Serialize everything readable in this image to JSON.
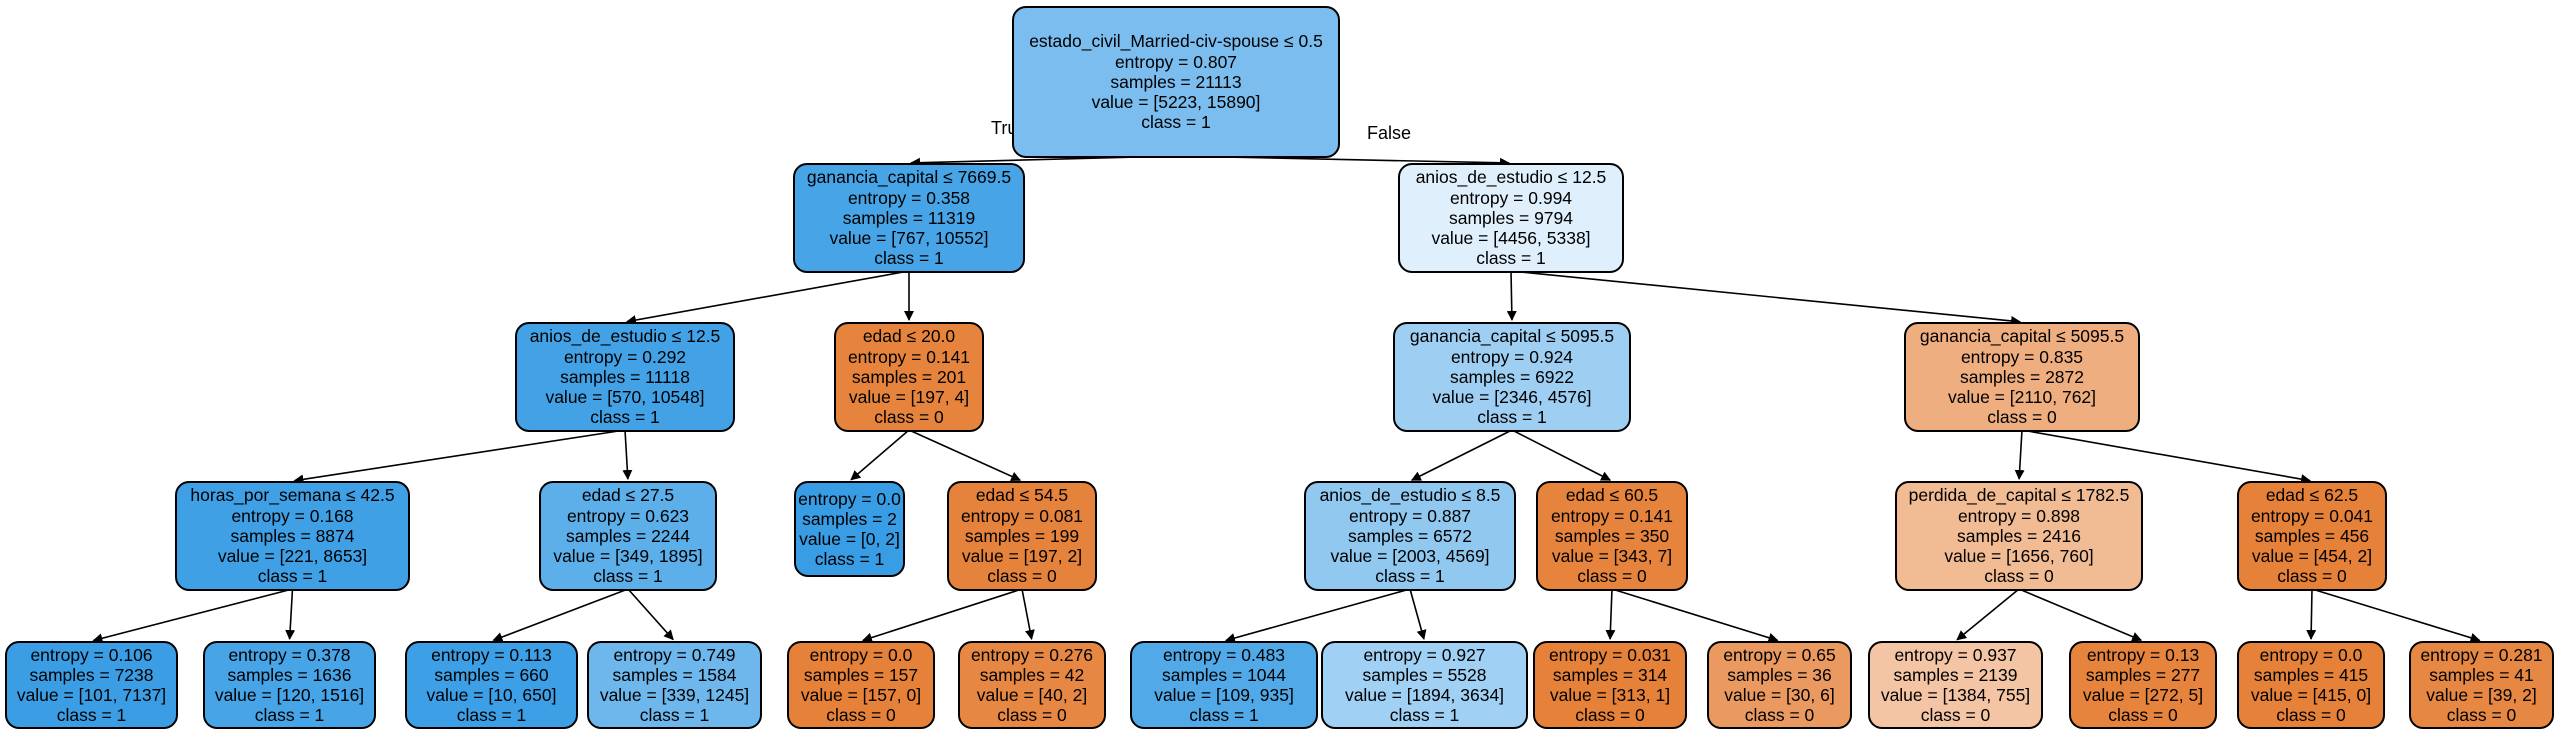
{
  "edge_labels": {
    "true_label": "True",
    "false_label": "False"
  },
  "colors": {
    "class0_strong": "#e58139",
    "class1_strong": "#399de5",
    "edge": "#000000"
  },
  "nodes": [
    {
      "id": "n0",
      "class": 1,
      "purity": 0.67,
      "lines": [
        "estado_civil_Married-civ-spouse ≤ 0.5",
        "entropy = 0.807",
        "samples = 21113",
        "value = [5223, 15890]",
        "class = 1"
      ]
    },
    {
      "id": "n1",
      "class": 1,
      "purity": 0.93,
      "lines": [
        "ganancia_capital ≤ 7669.5",
        "entropy = 0.358",
        "samples = 11319",
        "value = [767, 10552]",
        "class = 1"
      ]
    },
    {
      "id": "n2",
      "class": 1,
      "purity": 0.16,
      "lines": [
        "anios_de_estudio ≤ 12.5",
        "entropy = 0.994",
        "samples = 9794",
        "value = [4456, 5338]",
        "class = 1"
      ]
    },
    {
      "id": "n3",
      "class": 1,
      "purity": 0.95,
      "lines": [
        "anios_de_estudio ≤ 12.5",
        "entropy = 0.292",
        "samples = 11118",
        "value = [570, 10548]",
        "class = 1"
      ]
    },
    {
      "id": "n4",
      "class": 0,
      "purity": 0.98,
      "lines": [
        "edad ≤ 20.0",
        "entropy = 0.141",
        "samples = 201",
        "value = [197, 4]",
        "class = 0"
      ]
    },
    {
      "id": "n5",
      "class": 1,
      "purity": 0.49,
      "lines": [
        "ganancia_capital ≤ 5095.5",
        "entropy = 0.924",
        "samples = 6922",
        "value = [2346, 4576]",
        "class = 1"
      ]
    },
    {
      "id": "n6",
      "class": 0,
      "purity": 0.64,
      "lines": [
        "ganancia_capital ≤ 5095.5",
        "entropy = 0.835",
        "samples = 2872",
        "value = [2110, 762]",
        "class = 0"
      ]
    },
    {
      "id": "n7",
      "class": 1,
      "purity": 0.97,
      "lines": [
        "horas_por_semana ≤ 42.5",
        "entropy = 0.168",
        "samples = 8874",
        "value = [221, 8653]",
        "class = 1"
      ]
    },
    {
      "id": "n8",
      "class": 1,
      "purity": 0.82,
      "lines": [
        "edad ≤ 27.5",
        "entropy = 0.623",
        "samples = 2244",
        "value = [349, 1895]",
        "class = 1"
      ]
    },
    {
      "id": "n9",
      "class": 1,
      "purity": 1.0,
      "lines": [
        "entropy = 0.0",
        "samples = 2",
        "value = [0, 2]",
        "class = 1"
      ]
    },
    {
      "id": "n10",
      "class": 0,
      "purity": 0.99,
      "lines": [
        "edad ≤ 54.5",
        "entropy = 0.081",
        "samples = 199",
        "value = [197, 2]",
        "class = 0"
      ]
    },
    {
      "id": "n11",
      "class": 1,
      "purity": 0.56,
      "lines": [
        "anios_de_estudio ≤ 8.5",
        "entropy = 0.887",
        "samples = 6572",
        "value = [2003, 4569]",
        "class = 1"
      ]
    },
    {
      "id": "n12",
      "class": 0,
      "purity": 0.98,
      "lines": [
        "edad ≤ 60.5",
        "entropy = 0.141",
        "samples = 350",
        "value = [343, 7]",
        "class = 0"
      ]
    },
    {
      "id": "n13",
      "class": 0,
      "purity": 0.54,
      "lines": [
        "perdida_de_capital ≤ 1782.5",
        "entropy = 0.898",
        "samples = 2416",
        "value = [1656, 760]",
        "class = 0"
      ]
    },
    {
      "id": "n14",
      "class": 0,
      "purity": 1.0,
      "lines": [
        "edad ≤ 62.5",
        "entropy = 0.041",
        "samples = 456",
        "value = [454, 2]",
        "class = 0"
      ]
    },
    {
      "id": "n15",
      "class": 1,
      "purity": 0.99,
      "lines": [
        "entropy = 0.106",
        "samples = 7238",
        "value = [101, 7137]",
        "class = 1"
      ]
    },
    {
      "id": "n16",
      "class": 1,
      "purity": 0.93,
      "lines": [
        "entropy = 0.378",
        "samples = 1636",
        "value = [120, 1516]",
        "class = 1"
      ]
    },
    {
      "id": "n17",
      "class": 1,
      "purity": 0.98,
      "lines": [
        "entropy = 0.113",
        "samples = 660",
        "value = [10, 650]",
        "class = 1"
      ]
    },
    {
      "id": "n18",
      "class": 1,
      "purity": 0.73,
      "lines": [
        "entropy = 0.749",
        "samples = 1584",
        "value = [339, 1245]",
        "class = 1"
      ]
    },
    {
      "id": "n19",
      "class": 0,
      "purity": 1.0,
      "lines": [
        "entropy = 0.0",
        "samples = 157",
        "value = [157, 0]",
        "class = 0"
      ]
    },
    {
      "id": "n20",
      "class": 0,
      "purity": 0.95,
      "lines": [
        "entropy = 0.276",
        "samples = 42",
        "value = [40, 2]",
        "class = 0"
      ]
    },
    {
      "id": "n21",
      "class": 1,
      "purity": 0.88,
      "lines": [
        "entropy = 0.483",
        "samples = 1044",
        "value = [109, 935]",
        "class = 1"
      ]
    },
    {
      "id": "n22",
      "class": 1,
      "purity": 0.48,
      "lines": [
        "entropy = 0.927",
        "samples = 5528",
        "value = [1894, 3634]",
        "class = 1"
      ]
    },
    {
      "id": "n23",
      "class": 0,
      "purity": 1.0,
      "lines": [
        "entropy = 0.031",
        "samples = 314",
        "value = [313, 1]",
        "class = 0"
      ]
    },
    {
      "id": "n24",
      "class": 0,
      "purity": 0.8,
      "lines": [
        "entropy = 0.65",
        "samples = 36",
        "value = [30, 6]",
        "class = 0"
      ]
    },
    {
      "id": "n25",
      "class": 0,
      "purity": 0.46,
      "lines": [
        "entropy = 0.937",
        "samples = 2139",
        "value = [1384, 755]",
        "class = 0"
      ]
    },
    {
      "id": "n26",
      "class": 0,
      "purity": 0.98,
      "lines": [
        "entropy = 0.13",
        "samples = 277",
        "value = [272, 5]",
        "class = 0"
      ]
    },
    {
      "id": "n27",
      "class": 0,
      "purity": 1.0,
      "lines": [
        "entropy = 0.0",
        "samples = 415",
        "value = [415, 0]",
        "class = 0"
      ]
    },
    {
      "id": "n28",
      "class": 0,
      "purity": 0.95,
      "lines": [
        "entropy = 0.281",
        "samples = 41",
        "value = [39, 2]",
        "class = 0"
      ]
    }
  ],
  "edges": [
    [
      "n0",
      "n1"
    ],
    [
      "n0",
      "n2"
    ],
    [
      "n1",
      "n3"
    ],
    [
      "n1",
      "n4"
    ],
    [
      "n2",
      "n5"
    ],
    [
      "n2",
      "n6"
    ],
    [
      "n3",
      "n7"
    ],
    [
      "n3",
      "n8"
    ],
    [
      "n4",
      "n9"
    ],
    [
      "n4",
      "n10"
    ],
    [
      "n5",
      "n11"
    ],
    [
      "n5",
      "n12"
    ],
    [
      "n6",
      "n13"
    ],
    [
      "n6",
      "n14"
    ],
    [
      "n7",
      "n15"
    ],
    [
      "n7",
      "n16"
    ],
    [
      "n8",
      "n17"
    ],
    [
      "n8",
      "n18"
    ],
    [
      "n10",
      "n19"
    ],
    [
      "n10",
      "n20"
    ],
    [
      "n11",
      "n21"
    ],
    [
      "n11",
      "n22"
    ],
    [
      "n12",
      "n23"
    ],
    [
      "n12",
      "n24"
    ],
    [
      "n13",
      "n25"
    ],
    [
      "n13",
      "n26"
    ],
    [
      "n14",
      "n27"
    ],
    [
      "n14",
      "n28"
    ]
  ]
}
